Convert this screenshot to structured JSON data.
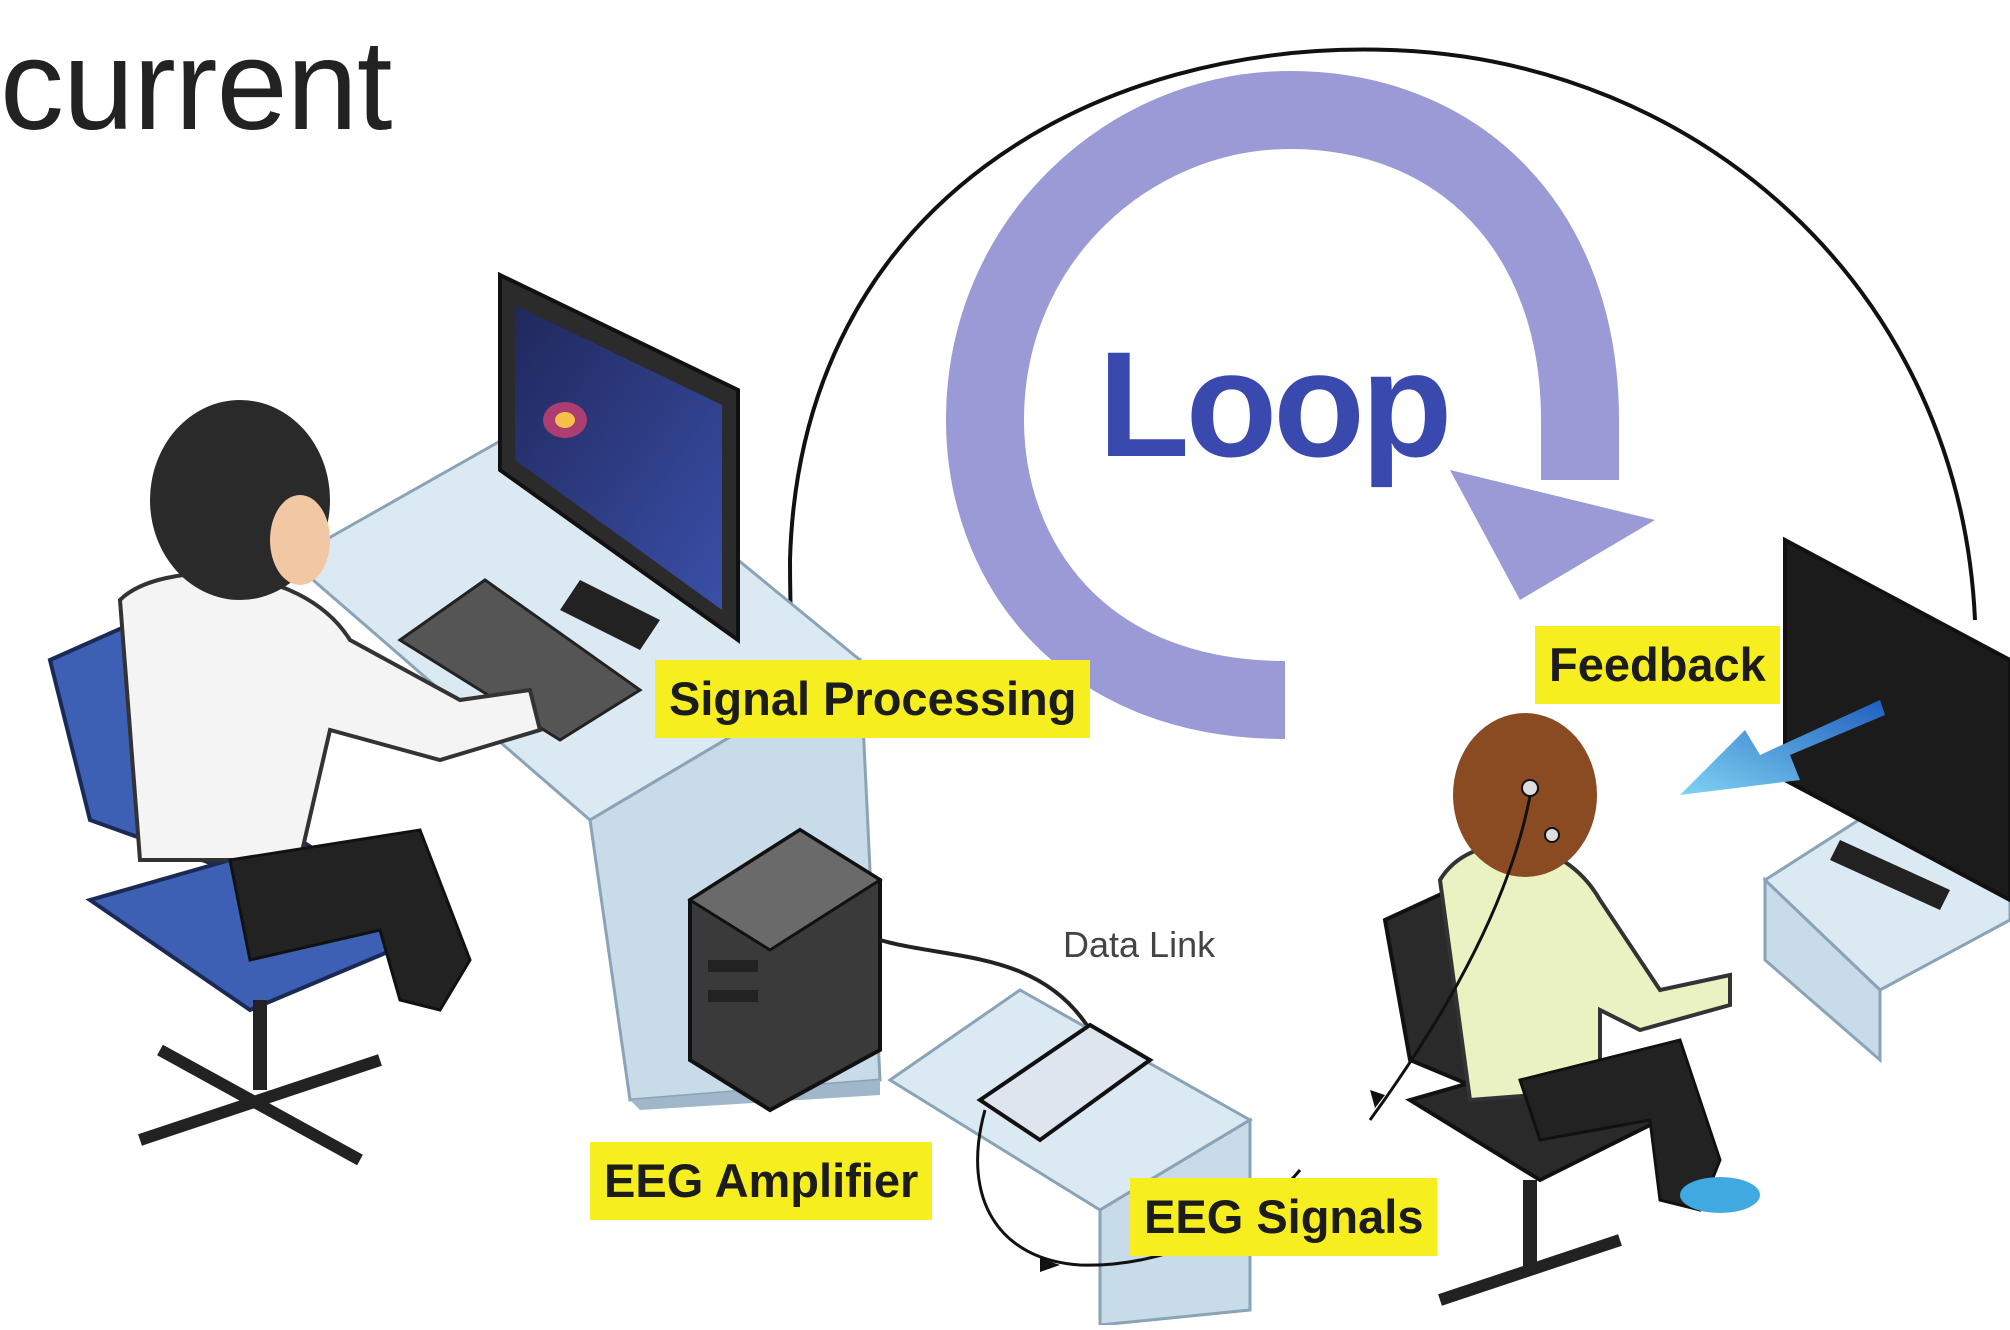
{
  "heading": "current",
  "loop_label": "Loop",
  "labels": {
    "signal_processing": "Signal Processing",
    "feedback": "Feedback",
    "data_link": "Data Link",
    "eeg_amplifier": "EEG Amplifier",
    "eeg_signals": "EEG Signals"
  },
  "colors": {
    "label_background": "#f6ee1f",
    "loop_arrow": "#9a9ad6",
    "loop_text": "#3a49ae",
    "chair_seat": "#3d5fb4",
    "desk": "#dbe9f3",
    "feedback_arrow": "#3fa9e0"
  }
}
